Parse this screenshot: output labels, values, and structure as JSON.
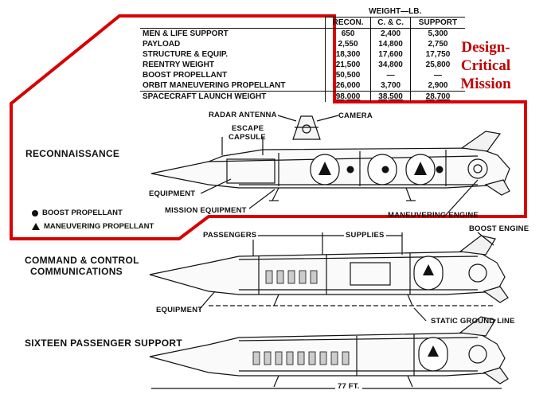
{
  "weight_table": {
    "title": "WEIGHT—LB.",
    "columns": [
      "RECON.",
      "C. & C.",
      "SUPPORT"
    ],
    "rows": [
      {
        "label": "MEN & LIFE SUPPORT",
        "values": [
          "650",
          "2,400",
          "5,300"
        ]
      },
      {
        "label": "PAYLOAD",
        "values": [
          "2,550",
          "14,800",
          "2,750"
        ]
      },
      {
        "label": "STRUCTURE & EQUIP.",
        "values": [
          "18,300",
          "17,600",
          "17,750"
        ]
      },
      {
        "label": "REENTRY WEIGHT",
        "values": [
          "21,500",
          "34,800",
          "25,800"
        ]
      },
      {
        "label": "BOOST PROPELLANT",
        "values": [
          "50,500",
          "—",
          "—"
        ]
      },
      {
        "label": "ORBIT MANEUVERING PROPELLANT",
        "values": [
          "26,000",
          "3,700",
          "2,900"
        ]
      },
      {
        "label": "SPACECRAFT LAUNCH WEIGHT",
        "values": [
          "98,000",
          "38,500",
          "28,700"
        ]
      }
    ]
  },
  "callout": {
    "line1": "Design-",
    "line2": "Critical",
    "line3": "Mission",
    "color": "#c00000"
  },
  "recon": {
    "title": "RECONNAISSANCE",
    "radar_antenna": "RADAR ANTENNA",
    "camera": "CAMERA",
    "escape_capsule_1": "ESCAPE",
    "escape_capsule_2": "CAPSULE",
    "equipment": "EQUIPMENT",
    "mission_equipment": "MISSION EQUIPMENT",
    "maneuvering_engine": "MANEUVERING ENGINE"
  },
  "legend": {
    "boost": "BOOST PROPELLANT",
    "maneuvering": "MANEUVERING PROPELLANT"
  },
  "command": {
    "title_1": "COMMAND & CONTROL",
    "title_2": "COMMUNICATIONS",
    "passengers": "PASSENGERS",
    "supplies": "SUPPLIES",
    "boost_engine": "BOOST ENGINE",
    "equipment": "EQUIPMENT",
    "static_ground_line": "STATIC GROUND LINE"
  },
  "support": {
    "title": "SIXTEEN PASSENGER SUPPORT",
    "length": "77 FT."
  }
}
